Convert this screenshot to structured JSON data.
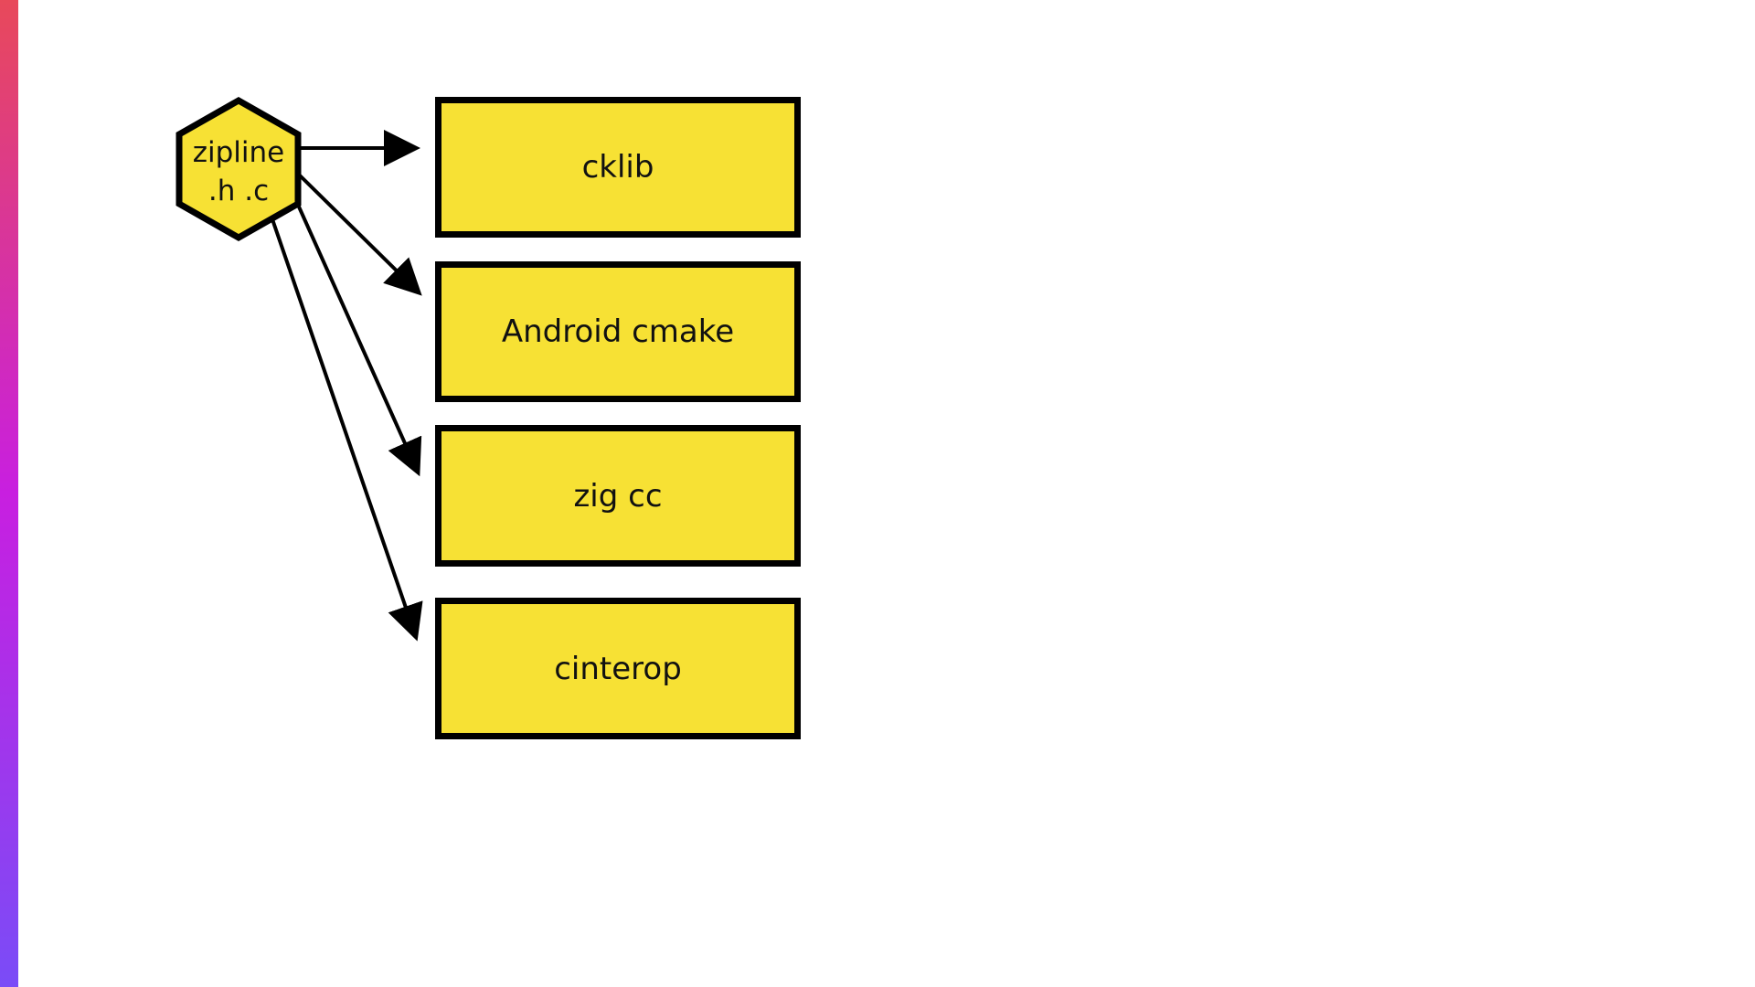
{
  "colors": {
    "node_fill": "#F7E134",
    "stroke": "#000000",
    "accent_gradient": [
      "#E8495A",
      "#C81FE0",
      "#7A4CF7"
    ]
  },
  "source": {
    "shape": "hexagon",
    "line1": "zipline",
    "line2": ".h .c"
  },
  "targets": [
    {
      "label": "cklib"
    },
    {
      "label": "Android cmake"
    },
    {
      "label": "zig cc"
    },
    {
      "label": "cinterop"
    }
  ],
  "edges": [
    {
      "from": "zipline .h .c",
      "to": "cklib"
    },
    {
      "from": "zipline .h .c",
      "to": "Android cmake"
    },
    {
      "from": "zipline .h .c",
      "to": "zig cc"
    },
    {
      "from": "zipline .h .c",
      "to": "cinterop"
    }
  ]
}
